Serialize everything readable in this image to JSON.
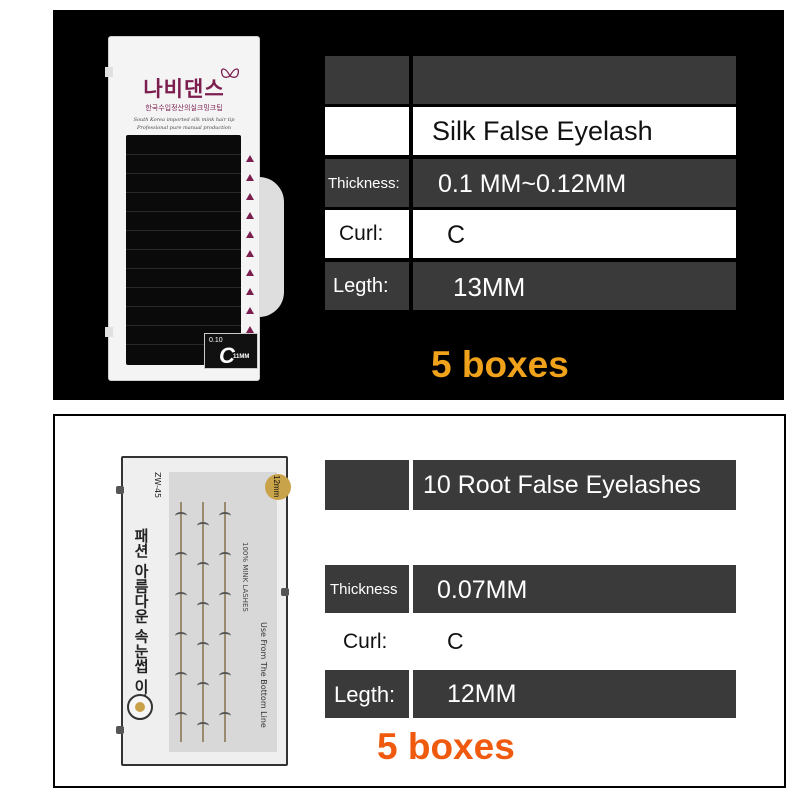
{
  "panel1": {
    "package": {
      "brand_korean": "나비댄스",
      "subtitle_korean": "한국수입정산의실크밍크팁",
      "tiny_line1": "South Korea imported silk mink hair tip",
      "tiny_line2": "Professional pure manual production",
      "label_small": "0.10",
      "label_curl": "C",
      "label_length": "11MM"
    },
    "table": {
      "header_left": "",
      "header_right": "",
      "product_name": "Silk False Eyelash",
      "thickness_label": "Thickness:",
      "thickness_value": "0.1  MM~0.12MM",
      "curl_label": "Curl:",
      "curl_value": "C",
      "length_label": "Legth:",
      "length_value": "13MM"
    },
    "boxes_text": "5 boxes",
    "boxes_color": "#f0a21b"
  },
  "panel2": {
    "package": {
      "model": "ZW-45",
      "korean_line": "패션 아름다운 속눈썹 이다",
      "mink_text": "100% MINK LASHES",
      "bottom_line_text": "Use From The Bottom Line",
      "size_tag": "12mm"
    },
    "table": {
      "product_name": "10 Root False Eyelashes",
      "thickness_label": "Thickness",
      "thickness_value": "0.07MM",
      "curl_label": "Curl:",
      "curl_value": "C",
      "length_label": "Legth:",
      "length_value": "12MM"
    },
    "boxes_text": "5 boxes",
    "boxes_color": "#f05a0e"
  },
  "colors": {
    "dark_cell": "#3a3a3a",
    "brand_purple": "#7b1d4e"
  }
}
